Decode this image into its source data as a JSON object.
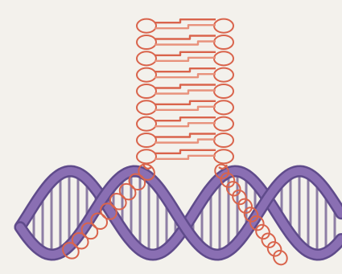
{
  "figure": {
    "caption_fragment": "",
    "colors": {
      "background": "#f3f1ec",
      "helix_strand": "#8a6fb3",
      "helix_strand_dark": "#5f4b8b",
      "base_pair": "#7d6a99",
      "protein_coil": "#d9644c",
      "protein_coil_light": "#e8927c"
    },
    "elements": [
      "leucine-zipper-coiled-coil",
      "dna-double-helix",
      "alpha-helix-dna-binding-domain-left",
      "alpha-helix-dna-binding-domain-right"
    ]
  }
}
